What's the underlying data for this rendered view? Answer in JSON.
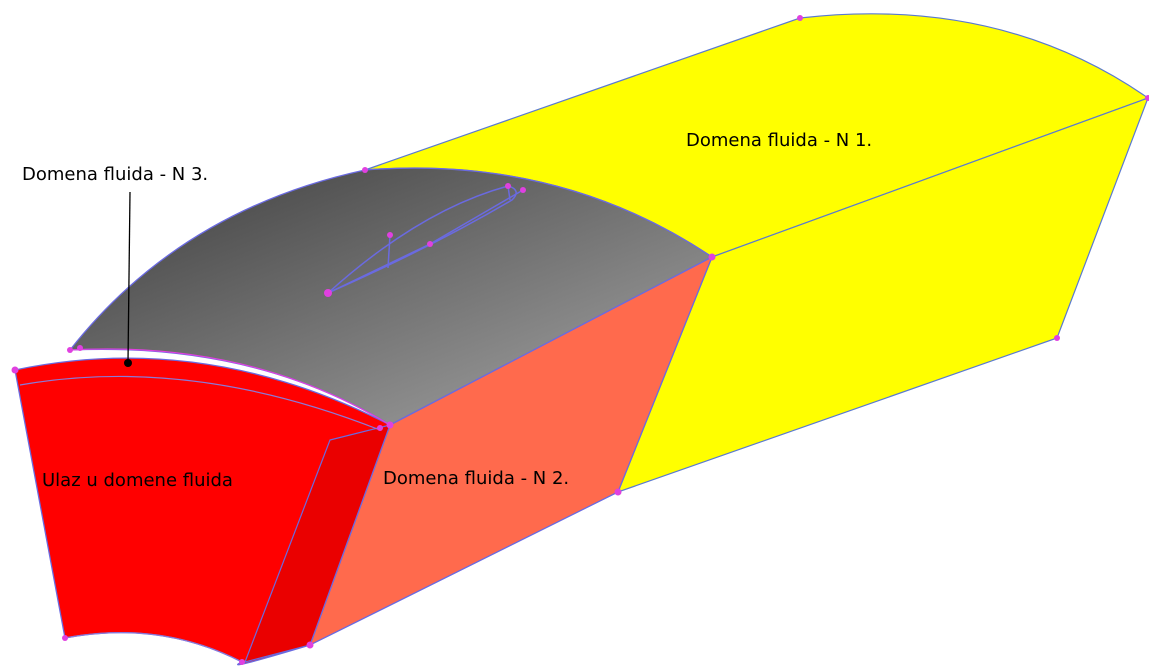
{
  "labels": {
    "domain_n1": "Domena fluida - N 1.",
    "domain_n2": "Domena fluida - N 2.",
    "domain_n3": "Domena fluida - N 3.",
    "inlet": "Ulaz u domene fluida"
  },
  "colors": {
    "domain_n1": "#ffff00",
    "domain_n2": "#ff6a4d",
    "domain_n3_top": "#6e6e6e",
    "inlet": "#ff0000",
    "edge": "#6a6ae0",
    "vertex": "#e040e0"
  }
}
